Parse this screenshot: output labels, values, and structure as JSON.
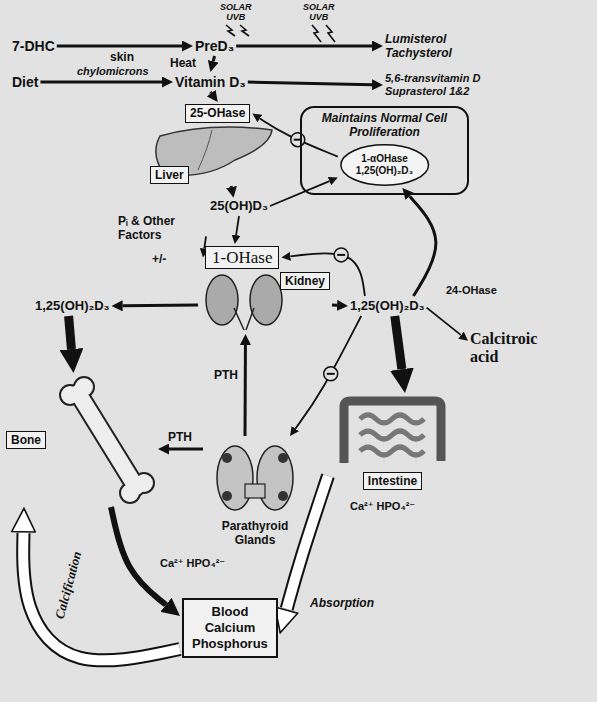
{
  "diagram": {
    "nodes": [
      {
        "text": [
          "7-DHC"
        ]
      },
      {
        "text": [
          "PreD₃"
        ]
      },
      {
        "text": [
          "Lumisterol Tachysterol"
        ]
      },
      {
        "text": [
          "Diet"
        ]
      },
      {
        "text": [
          "Vitamin D₃"
        ]
      },
      {
        "text": [
          "5,6-transvitamin D Suprasterol 1&2"
        ]
      },
      {
        "text": [
          "25-OHase"
        ]
      },
      {
        "text": [
          "Liver"
        ]
      },
      {
        "text": [
          "25(OH)D₃"
        ]
      },
      {
        "text": [
          "Maintains Normal Cell Proliferation"
        ]
      },
      {
        "text": [
          "1-αOHase",
          "1,25(OH)₂D₃"
        ],
        "in": 9
      },
      {
        "text": [
          "Pᵢ & Other Factors"
        ]
      },
      {
        "text": [
          "1-OHase"
        ]
      },
      {
        "text": [
          "Kidney"
        ]
      },
      {
        "text": [
          "1,25(OH)₂D₃"
        ]
      },
      {
        "text": [
          "1,25(OH)₂D₃"
        ]
      },
      {
        "text": [
          "Calcitroic acid"
        ]
      },
      {
        "text": [
          "Bone"
        ]
      },
      {
        "text": [
          "Parathyroid Glands"
        ]
      },
      {
        "text": [
          "Intestine"
        ]
      },
      {
        "text": [
          "Blood Calcium Phosphorus"
        ]
      }
    ],
    "edges": [
      {
        "from": 0,
        "to": 1,
        "arrow": "to"
      },
      {
        "from": 1,
        "to": 2,
        "arrow": "to"
      },
      {
        "from": 1,
        "to": 4,
        "label": "Heat",
        "arrow": "to"
      },
      {
        "from": 3,
        "to": 4,
        "label": "chylomicrons",
        "arrow": "to"
      },
      {
        "from": 4,
        "to": 5,
        "arrow": "to"
      },
      {
        "from": 4,
        "to": 6,
        "arrow": "to"
      },
      {
        "from": 7,
        "to": 8,
        "arrow": "to"
      },
      {
        "from": 10,
        "to": 6,
        "arrow": "to"
      },
      {
        "from": 8,
        "to": 10,
        "arrow": "to"
      },
      {
        "from": 8,
        "to": 12,
        "arrow": "to"
      },
      {
        "from": 11,
        "to": 12,
        "label": "+/-",
        "arrow": "to"
      },
      {
        "from": 13,
        "to": 14,
        "arrow": "to"
      },
      {
        "from": 13,
        "to": 15,
        "arrow": "to"
      },
      {
        "from": 15,
        "to": 16,
        "label": "24-OHase",
        "arrow": "to"
      },
      {
        "from": 15,
        "to": 10,
        "arrow": "to"
      },
      {
        "from": 15,
        "to": 12,
        "arrow": "to"
      },
      {
        "from": 15,
        "to": 18,
        "arrow": "to"
      },
      {
        "from": 14,
        "to": 17,
        "arrow": "to"
      },
      {
        "from": 15,
        "to": 19,
        "arrow": "to"
      },
      {
        "from": 18,
        "to": 13,
        "label": "PTH",
        "arrow": "to"
      },
      {
        "from": 18,
        "to": 17,
        "label": "PTH",
        "arrow": "to"
      },
      {
        "from": 17,
        "to": 20,
        "label": "Ca²⁺ HPO₄²⁻",
        "arrow": "to"
      },
      {
        "from": 20,
        "to": 17,
        "label": "Calcification",
        "arrow": "to"
      },
      {
        "from": 19,
        "to": 20,
        "label": "Absorption",
        "arrow": "to"
      }
    ],
    "labels": [
      "SOLAR UVB",
      "SOLAR UVB",
      "skin",
      "Ca²⁺ HPO₄²⁻"
    ]
  }
}
